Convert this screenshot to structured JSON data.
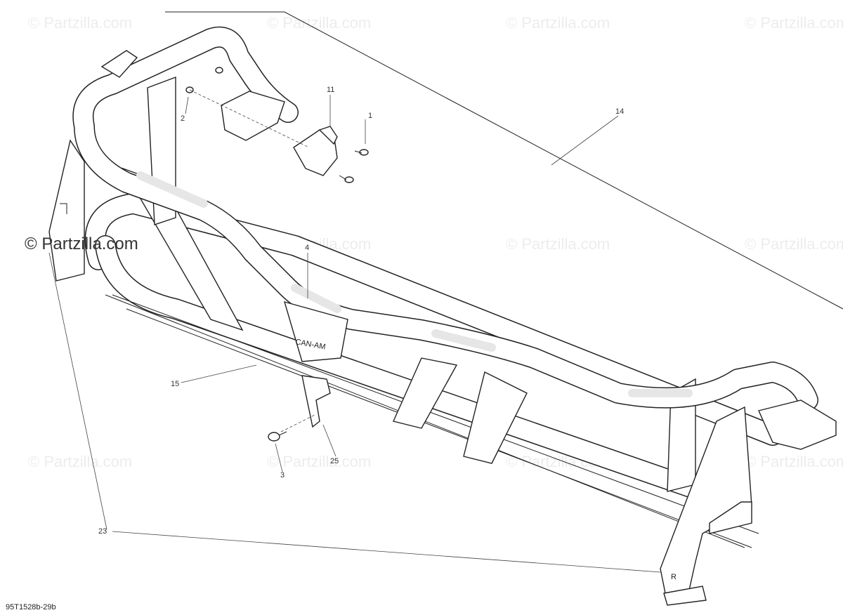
{
  "watermark": {
    "text": "© Partzilla.com",
    "primary_text": "© Partzilla.com"
  },
  "diagram_code": "95T1528b-29b",
  "plate_text": "CAN-AM",
  "callouts": [
    {
      "id": "c1",
      "label": "1"
    },
    {
      "id": "c2",
      "label": "2"
    },
    {
      "id": "c3",
      "label": "3"
    },
    {
      "id": "c4",
      "label": "4"
    },
    {
      "id": "c11",
      "label": "11"
    },
    {
      "id": "c14",
      "label": "14"
    },
    {
      "id": "c15",
      "label": "15"
    },
    {
      "id": "c23",
      "label": "23"
    },
    {
      "id": "c25",
      "label": "25"
    }
  ]
}
